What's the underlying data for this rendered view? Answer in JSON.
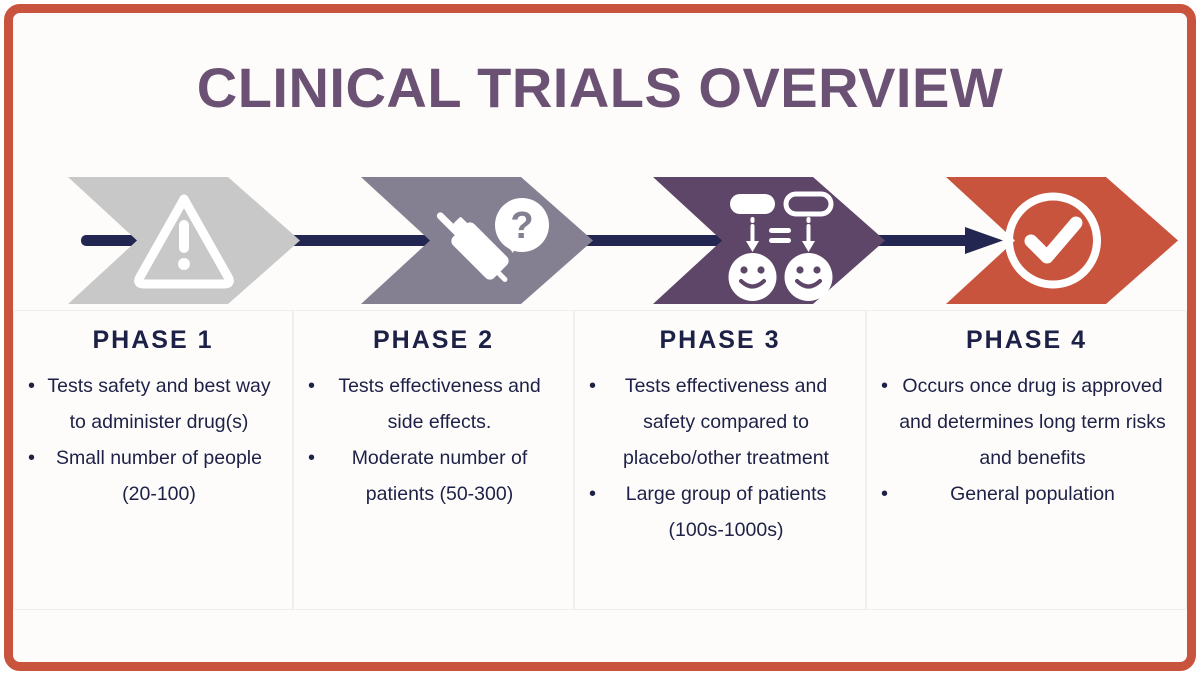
{
  "slide": {
    "title": "CLINICAL TRIALS OVERVIEW",
    "frame_color": "#c9543d",
    "background": "#fdfcfa",
    "title_color": "#6b5274",
    "text_color": "#1d2147",
    "connector_color": "#232650"
  },
  "phases": [
    {
      "label": "PHASE 1",
      "color": "#c8c8c8",
      "icon": "warning-triangle-icon",
      "points": [
        "Tests safety and best way to administer drug(s)",
        "Small number of people (20-100)"
      ]
    },
    {
      "label": "PHASE 2",
      "color": "#857f92",
      "icon": "syringe-question-icon",
      "points": [
        "Tests effectiveness and side effects.",
        "Moderate number of patients (50-300)"
      ]
    },
    {
      "label": "PHASE 3",
      "color": "#5e4668",
      "icon": "pills-comparison-icon",
      "points": [
        "Tests effectiveness and safety compared to placebo/other treatment",
        "Large group of patients (100s-1000s)"
      ]
    },
    {
      "label": "PHASE 4",
      "color": "#c9543d",
      "icon": "check-circle-icon",
      "points": [
        "Occurs once drug is approved and determines long term risks and benefits",
        "General population"
      ]
    }
  ],
  "bullet_glyph": "•"
}
